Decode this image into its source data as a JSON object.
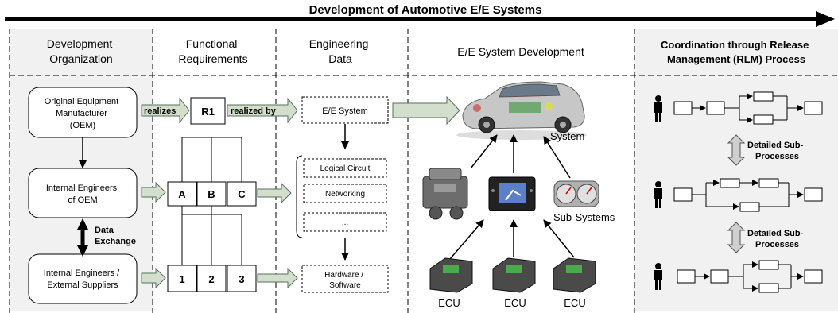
{
  "header": {
    "title": "Development of Automotive E/E Systems"
  },
  "columns": {
    "org": [
      "Development",
      "Organization"
    ],
    "func": [
      "Functional",
      "Requirements"
    ],
    "eng": [
      "Engineering",
      "Data"
    ],
    "sys": [
      "E/E System Development"
    ],
    "rlm": [
      "Coordination through Release",
      "Management (RLM) Process"
    ]
  },
  "org_boxes": {
    "oem": [
      "Original Equipment",
      "Manufacturer",
      "(OEM)"
    ],
    "internal": [
      "Internal Engineers",
      "of OEM"
    ],
    "suppliers": [
      "Internal Engineers /",
      "External Suppliers"
    ]
  },
  "labels": {
    "realizes": "realizes",
    "realized_by": "realized by",
    "data_exchange": [
      "Data",
      "Exchange"
    ],
    "system": "System",
    "sub_systems": "Sub-Systems",
    "ecu": "ECU",
    "detailed_sub": [
      "Detailed Sub-",
      "Processes"
    ]
  },
  "requirements": {
    "root": "R1",
    "level2": [
      "A",
      "B",
      "C"
    ],
    "level3": [
      "1",
      "2",
      "3"
    ]
  },
  "engineering": {
    "ee_system": "E/E System",
    "items": [
      "Logical Circuit",
      "Networking",
      "..."
    ],
    "hw_sw": [
      "Hardware /",
      "Software"
    ]
  },
  "colors": {
    "arrow_fill": "#d3dfcc",
    "arrow_stroke": "#55705a",
    "panel_bg": "#f1f1f1"
  }
}
